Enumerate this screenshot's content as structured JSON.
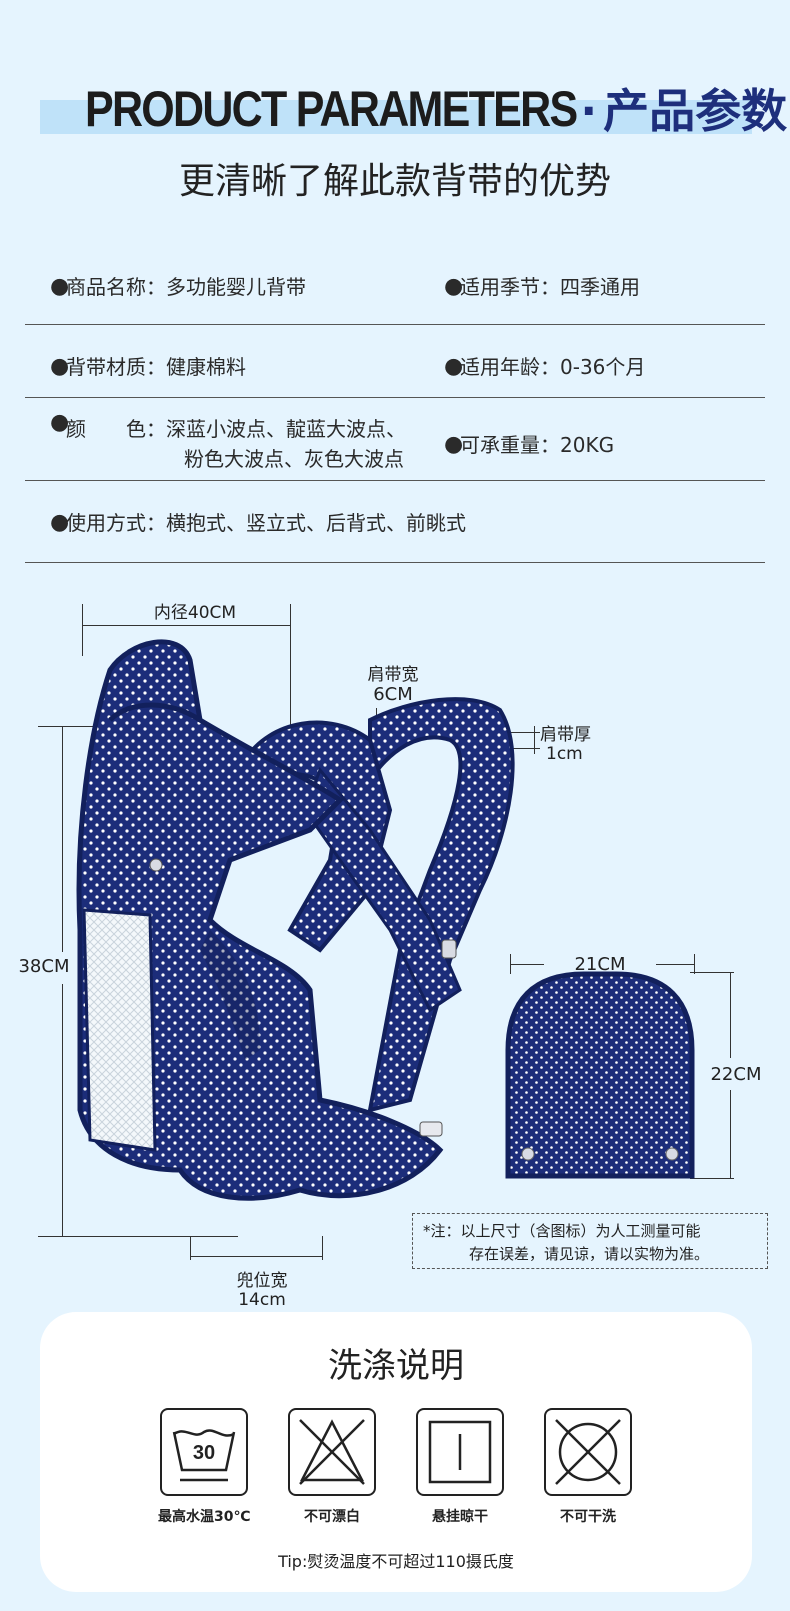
{
  "header": {
    "title_en": "PRODUCT PARAMETERS",
    "separator": "·",
    "title_cn": "产品参数",
    "subtitle": "更清晰了解此款背带的优势"
  },
  "params": {
    "name": {
      "label": "商品名称：",
      "value": "多功能婴儿背带"
    },
    "season": {
      "label": "适用季节：",
      "value": "四季通用"
    },
    "material": {
      "label": "背带材质：",
      "value": "健康棉料"
    },
    "age": {
      "label": "适用年龄：",
      "value": "0-36个月"
    },
    "color": {
      "label": "颜　　色：",
      "value_line1": "深蓝小波点、靛蓝大波点、",
      "value_line2": "粉色大波点、灰色大波点"
    },
    "weight": {
      "label": "可承重量：",
      "value": "20KG"
    },
    "usage": {
      "label": "使用方式：",
      "value": "横抱式、竖立式、后背式、前眺式"
    },
    "bullet": "●"
  },
  "dimensions": {
    "inner_diameter": "内径40CM",
    "strap_width_label": "肩带宽",
    "strap_width_value": "6CM",
    "strap_thickness_label": "肩带厚",
    "strap_thickness_value": "1cm",
    "height": "38CM",
    "pad_width": "21CM",
    "pad_height": "22CM",
    "seat_width_label": "兜位宽",
    "seat_width_value": "14cm"
  },
  "note": {
    "line1": "*注：以上尺寸（含图标）为人工测量可能",
    "line2": "存在误差，请见谅，请以实物为准。"
  },
  "washing": {
    "title": "洗涤说明",
    "items": [
      {
        "icon": "wash-30-icon",
        "number": "30",
        "label": "最高水温30℃"
      },
      {
        "icon": "no-bleach-icon",
        "label": "不可漂白"
      },
      {
        "icon": "hang-dry-icon",
        "label": "悬挂晾干"
      },
      {
        "icon": "no-dry-clean-icon",
        "label": "不可干洗"
      }
    ],
    "tip": "Tip:熨烫温度不可超过110摄氏度"
  },
  "colors": {
    "background": "#e5f4fe",
    "header_band": "#bfe2f9",
    "accent_navy": "#1e2f7c",
    "fabric_navy": "#1c2d7a"
  }
}
